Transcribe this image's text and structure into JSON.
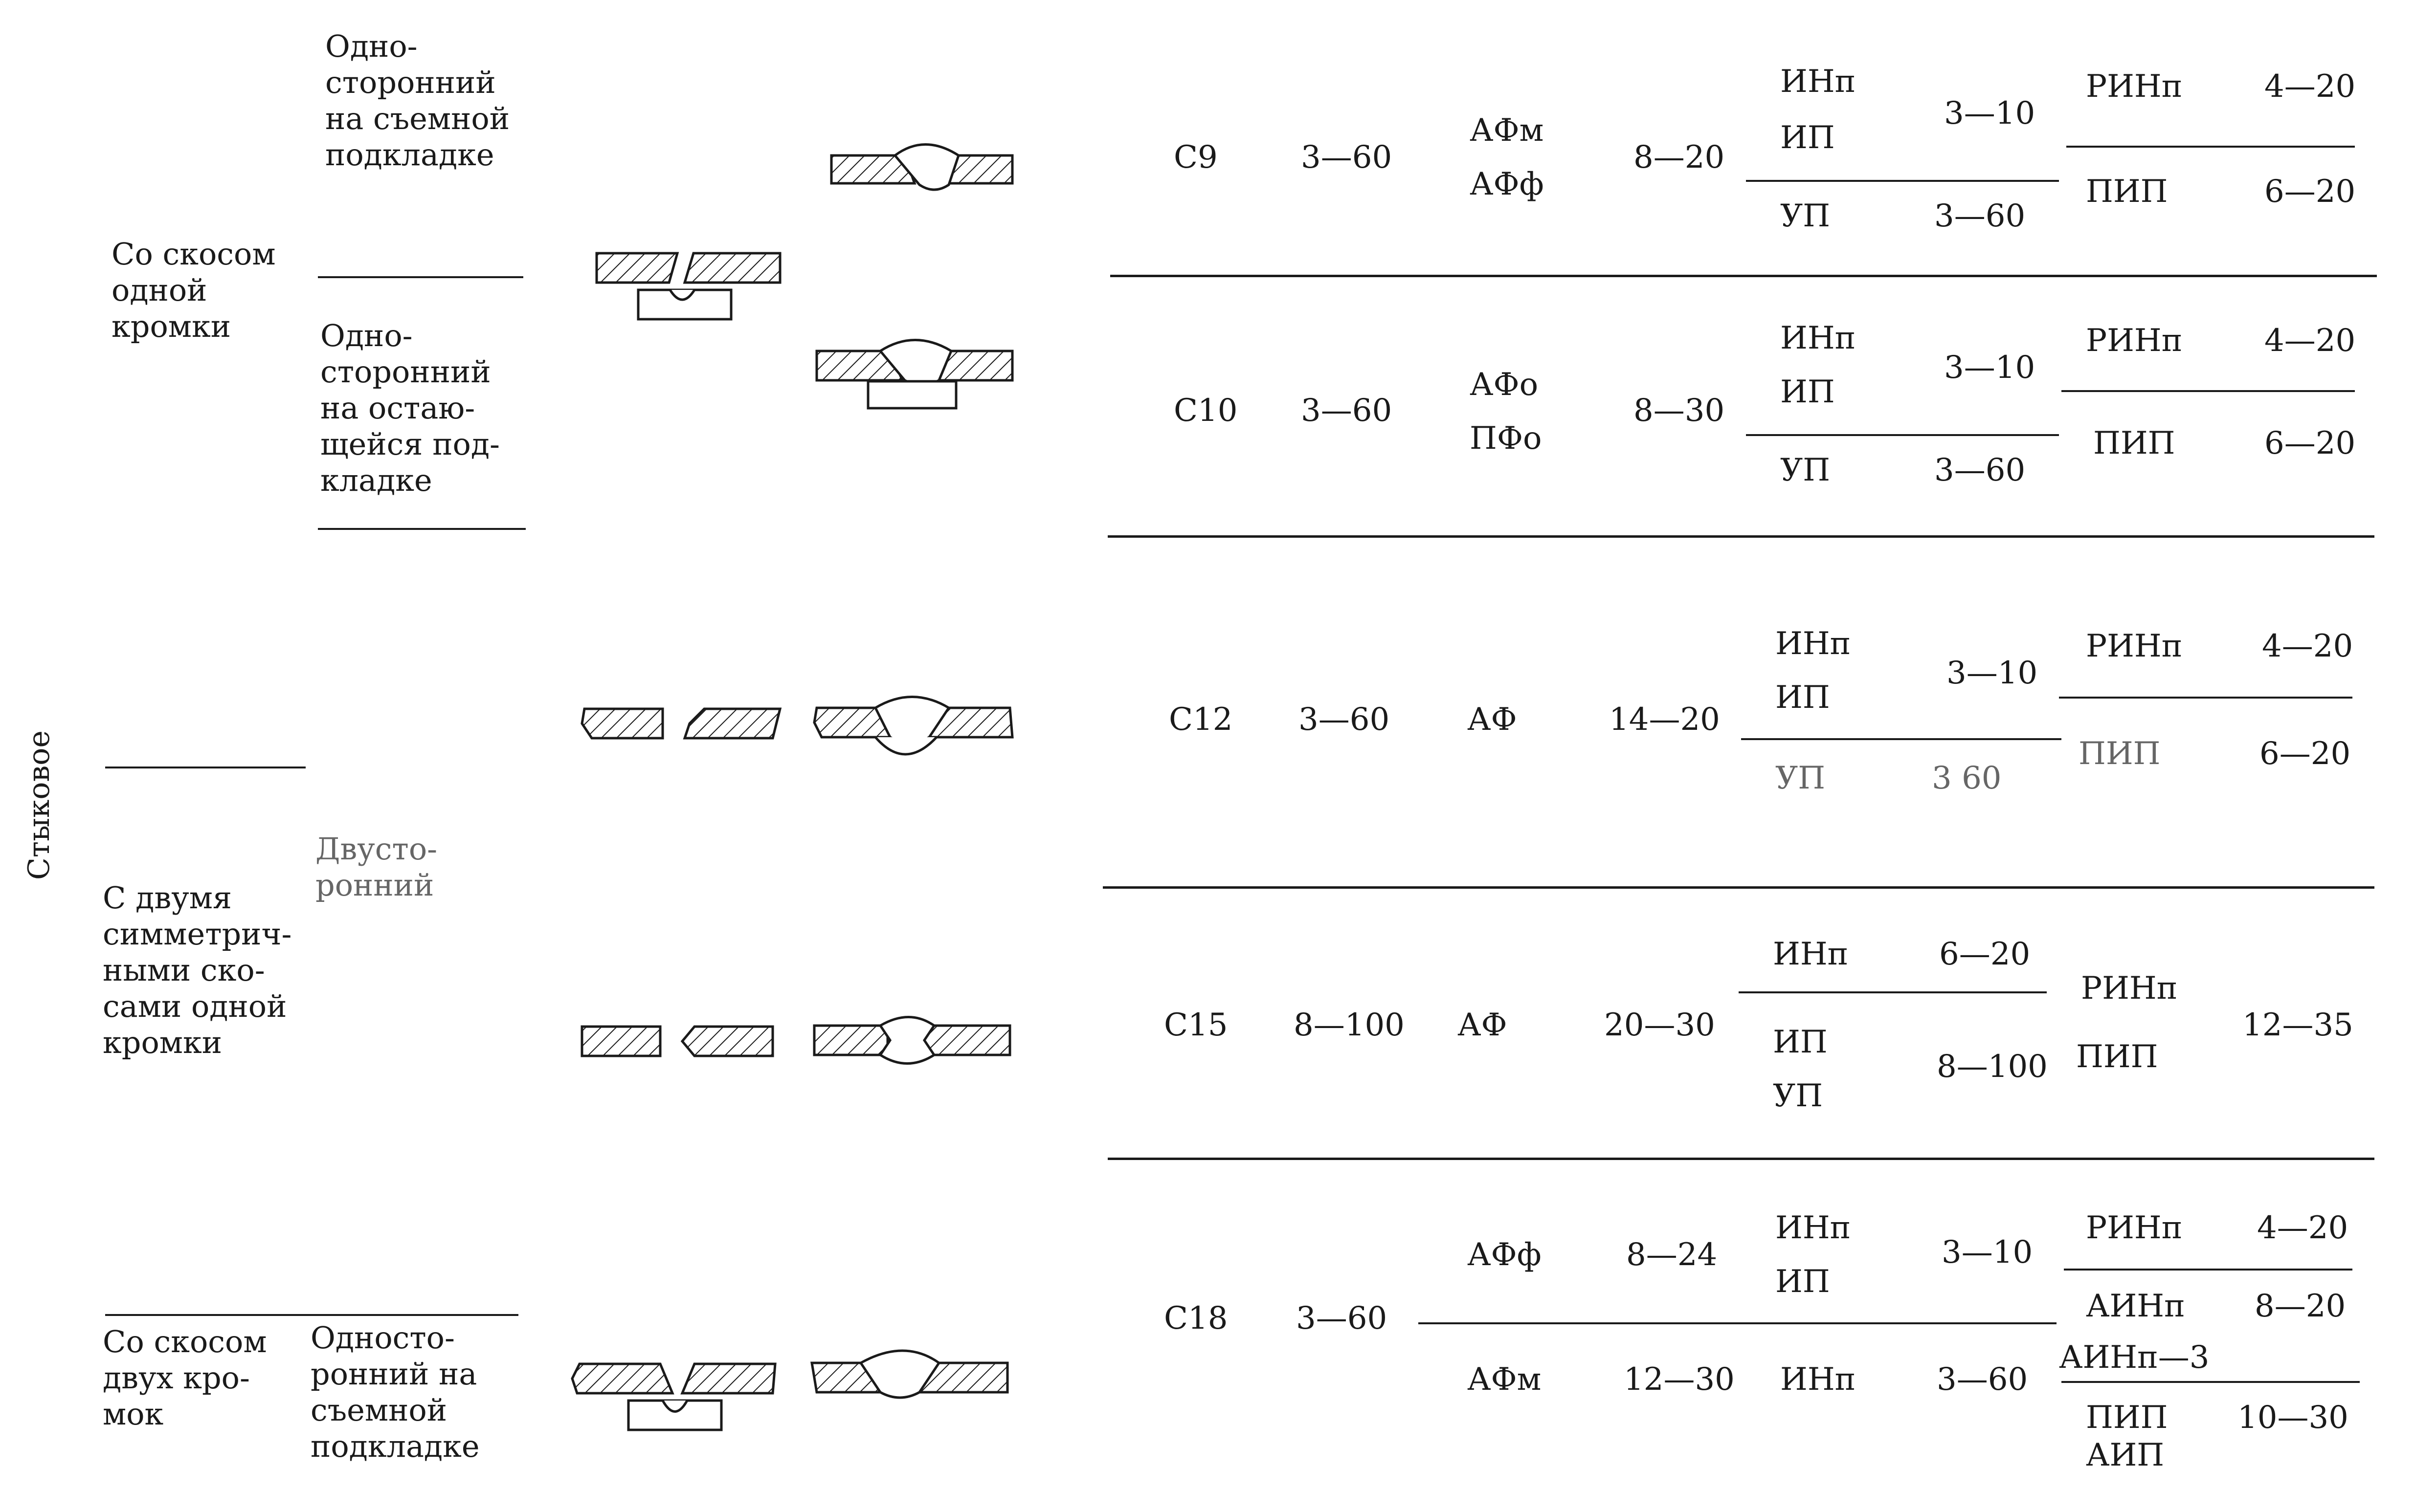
{
  "side_label": "Стыковое",
  "prep": {
    "one_bevel": "Со скосом\nодной\nкромки",
    "two_sym": "С двумя\nсимметрич-\nными ско-\nсами одной\nкромки",
    "two_edges": "Со скосом\nдвух кро-\nмок"
  },
  "kind": {
    "removable": "Одно-\nсторонний\nна съемной\nподкладке",
    "remaining": "Одно-\nсторонний\nна остаю-\nщейся под-\nкладке",
    "double": "Двусто-\nронний",
    "removable2": "Односто-\nронний на\nсъемной\nподкладке"
  },
  "rows": [
    {
      "code": "С9",
      "thick": "3—60",
      "m1": "АФм",
      "m2": "АФф",
      "t1": "8—20",
      "a1": "ИНп",
      "a2": "ИП",
      "a3": "УП",
      "v1": "3—10",
      "v2": "3—60",
      "b1": "РИНп",
      "b2": "ПИП",
      "w1": "4—20",
      "w2": "6—20"
    },
    {
      "code": "С10",
      "thick": "3—60",
      "m1": "АФо",
      "m2": "ПФо",
      "t1": "8—30",
      "a1": "ИНп",
      "a2": "ИП",
      "a3": "УП",
      "v1": "3—10",
      "v2": "3—60",
      "b1": "РИНп",
      "b2": "ПИП",
      "w1": "4—20",
      "w2": "6—20"
    },
    {
      "code": "С12",
      "thick": "3—60",
      "m1": "АФ",
      "t1": "14—20",
      "a1": "ИНп",
      "a2": "ИП",
      "a3": "УП",
      "v1": "3—10",
      "v2": "3 60",
      "b1": "РИНп",
      "b2": "ПИП",
      "w1": "4—20",
      "w2": "6—20"
    },
    {
      "code": "С15",
      "thick": "8—100",
      "m1": "АФ",
      "t1": "20—30",
      "a1": "ИНп",
      "a2": "ИП",
      "a3": "УП",
      "v1": "6—20",
      "v2": "8—100",
      "b1": "РИНп",
      "b2": "ПИП",
      "w1": "12—35"
    },
    {
      "code": "С18",
      "thick": "3—60",
      "m1": "АФф",
      "t1": "8—24",
      "m2": "АФм",
      "t2": "12—30",
      "a1": "ИНп",
      "a2": "ИП",
      "a3": "ИНп",
      "v1": "3—10",
      "v2": "3—60",
      "b1": "РИНп",
      "b2": "АИНп",
      "b3": "АИНп—3",
      "b4": "ПИП",
      "b5": "АИП",
      "w1": "4—20",
      "w2": "8—20",
      "w3": "10—30"
    }
  ]
}
